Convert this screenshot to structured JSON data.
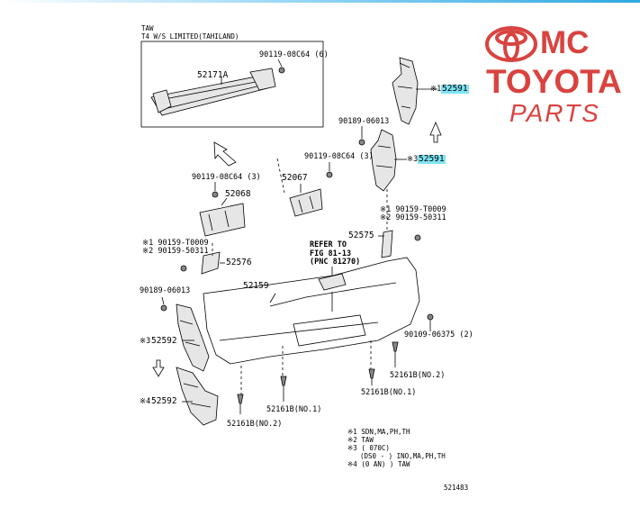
{
  "colors": {
    "highlight": "#7fe3f3",
    "logo_red": "#d9433f",
    "line": "#000000",
    "part_fill": "#e6e6e6"
  },
  "logo": {
    "line1": "MC",
    "line2": "TOYOTA",
    "line3": "PARTS"
  },
  "notes": {
    "inset_line1": "TAW",
    "inset_line2": "T4 W/S LIMITED(TAHILAND)",
    "footer_1": "※1 SDN,MA,PH,TH",
    "footer_2": "※2 TAW",
    "footer_3": "※3 (   070C)",
    "footer_3b": "(DS0 -        ) INO,MA,PH,TH",
    "footer_4": "※4 (0 AN)       ) TAW",
    "refer_1": "REFER TO",
    "refer_2": "FIG 81-13",
    "refer_3": "(PNC 81270)",
    "figure_id": "521483"
  },
  "callouts": {
    "c_90119_08c64_6": "90119-08C64 (6)",
    "c_52171a": "52171A",
    "c_52591_a": "52591",
    "c_52591_a_mark": "※1",
    "c_52591_b": "52591",
    "c_52591_b_mark": "※3",
    "c_90189_06013_a": "90189-06013",
    "c_90119_08c64_3a": "90119-08C64 (3)",
    "c_90119_08c64_3b": "90119-08C64 (3)",
    "c_52068": "52068",
    "c_52067": "52067",
    "c_90159_t0009_r": "※1 90159-T0009",
    "c_90159_50311_r": "※2 90159-50311",
    "c_52575": "52575",
    "c_90159_t0009_l": "※1 90159-T0009",
    "c_90159_50311_l": "※2 90159-50311",
    "c_52576": "52576",
    "c_90189_06013_b": "90189-06013",
    "c_52159": "52159",
    "c_52592_a": "52592",
    "c_52592_a_mark": "※3",
    "c_52592_b": "52592",
    "c_52592_b_mark": "※4",
    "c_90109_06375": "90109-06375 (2)",
    "c_52161b_no2_r": "52161B(NO.2)",
    "c_52161b_no1_r": "52161B(NO.1)",
    "c_52161b_no1_c": "52161B(NO.1)",
    "c_52161b_no2_l": "52161B(NO.2)"
  }
}
